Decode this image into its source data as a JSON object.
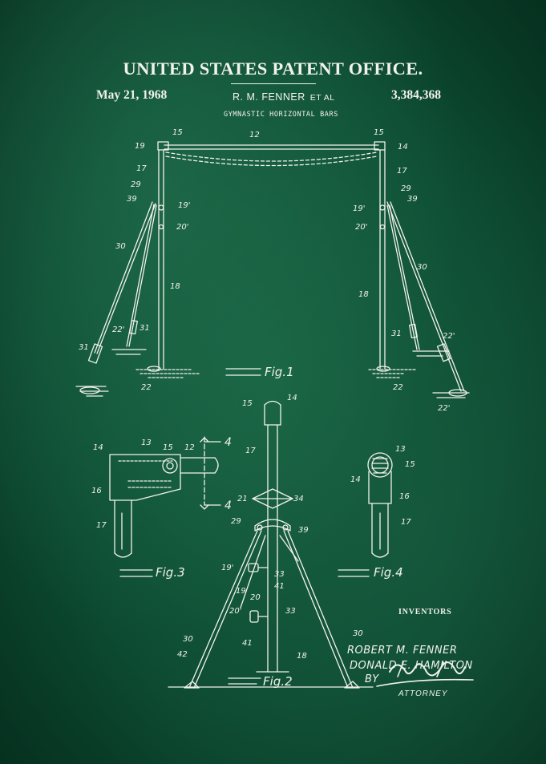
{
  "header": {
    "title": "UNITED STATES PATENT OFFICE.",
    "date": "May 21, 1968",
    "inventors_short": "R. M. FENNER",
    "et_al": "ET AL",
    "patent_number": "3,384,368",
    "subtitle": "GYMNASTIC HORIZONTAL BARS"
  },
  "figures": {
    "fig1": "Fig.1",
    "fig2": "Fig.2",
    "fig3": "Fig.3",
    "fig4": "Fig.4"
  },
  "reference_numerals": {
    "fig1": [
      "15",
      "12",
      "15",
      "19",
      "14",
      "17",
      "17",
      "29",
      "29",
      "39",
      "39",
      "19'",
      "19'",
      "20'",
      "20'",
      "30",
      "30",
      "18",
      "18",
      "22'",
      "31",
      "31",
      "31",
      "22'",
      "22",
      "22",
      "22'"
    ],
    "fig2": [
      "15",
      "14",
      "17",
      "21",
      "34",
      "29",
      "39",
      "19'",
      "33",
      "19",
      "41",
      "20",
      "20'",
      "33",
      "41",
      "30",
      "30",
      "42",
      "18"
    ],
    "fig3": [
      "14",
      "13",
      "15",
      "12",
      "4",
      "16",
      "4",
      "17"
    ],
    "fig4": [
      "13",
      "15",
      "14",
      "16",
      "17"
    ]
  },
  "signatures": {
    "inventors_label": "INVENTORS",
    "inventor_1": "ROBERT M. FENNER",
    "inventor_2": "DONALD E. HAMILTON",
    "by": "BY",
    "attorney_signature": "Attorney signature",
    "attorney_label": "ATTORNEY"
  },
  "colors": {
    "background": "#0d4a34",
    "ink": "#f2f2ec"
  }
}
